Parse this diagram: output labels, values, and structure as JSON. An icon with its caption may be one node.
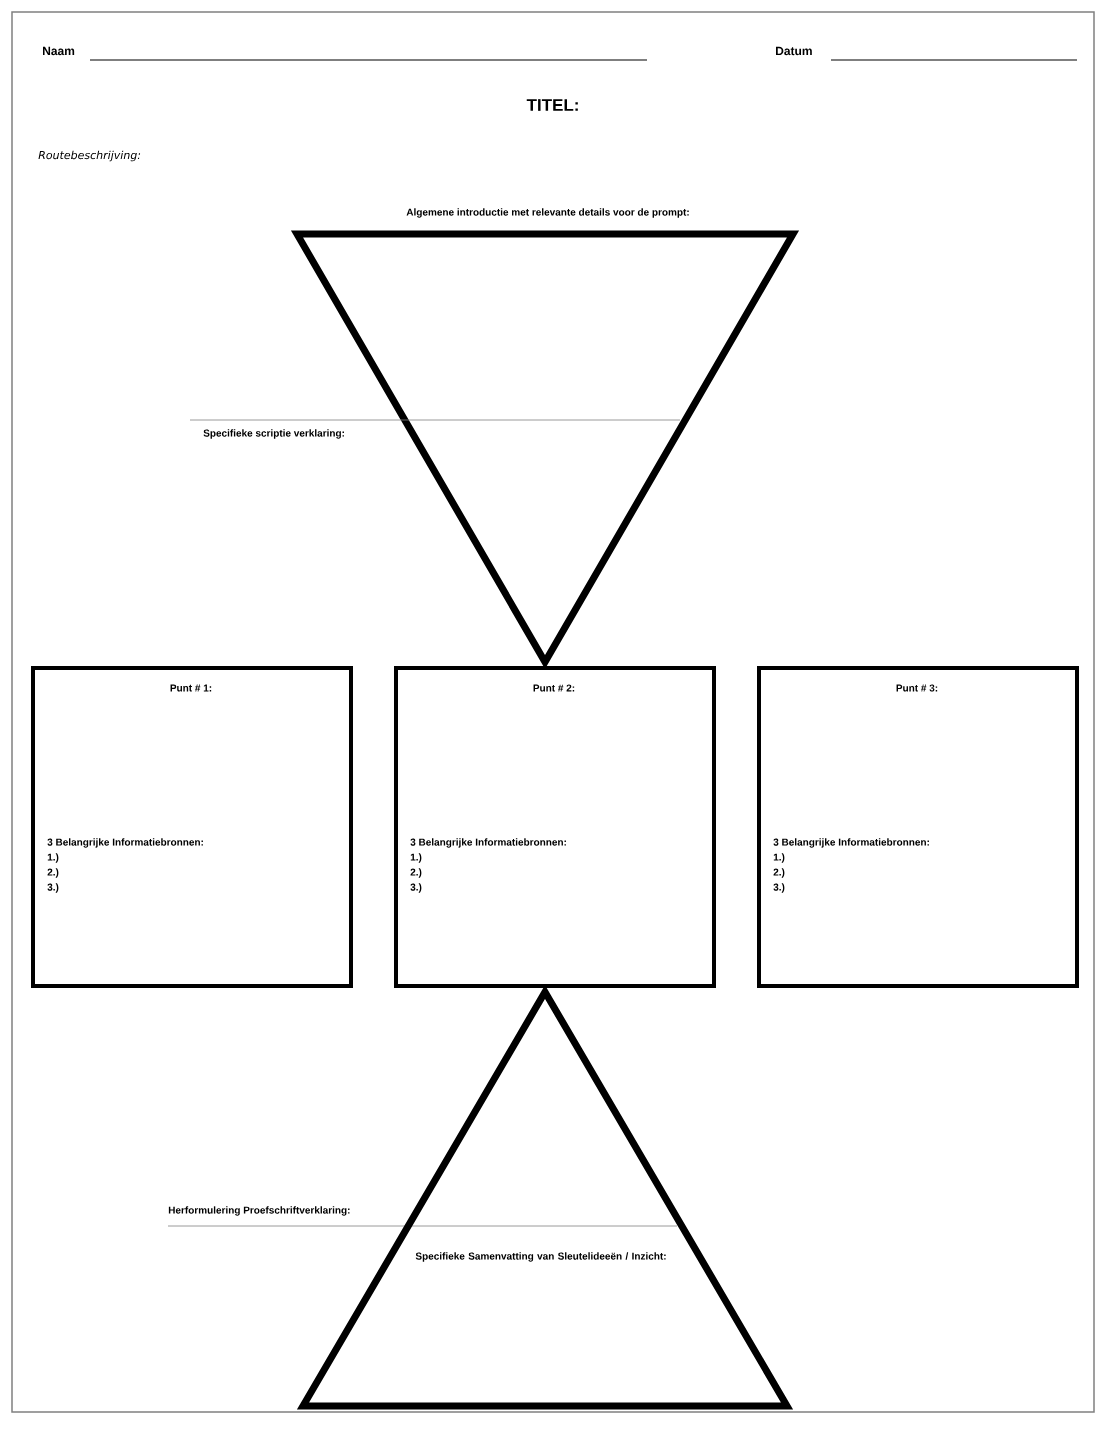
{
  "diagram": {
    "title": "TITEL:",
    "nodes": [
      {
        "text": [
          "Algemene introductie met relevante details voor de prompt:"
        ],
        "beside": [
          "Specifieke scriptie verklaring:"
        ]
      },
      {
        "text": [
          "Punt # 1:",
          "3 Belangrijke Informatiebronnen:",
          "1.)",
          "2.)",
          "3.)"
        ]
      },
      {
        "text": [
          "Punt # 2:",
          "3 Belangrijke Informatiebronnen:",
          "1.)",
          "2.)",
          "3.)"
        ]
      },
      {
        "text": [
          "Punt # 3:",
          "3 Belangrijke Informatiebronnen:",
          "1.)",
          "2.)",
          "3.)"
        ]
      },
      {
        "text": [
          "Specifieke Samenvatting van Sleutelideeën / Inzicht:"
        ],
        "beside": [
          "Herformulering Proefschriftverklaring:"
        ]
      }
    ],
    "labels": [
      "Naam",
      "Datum",
      "Routebeschrijving:"
    ]
  }
}
